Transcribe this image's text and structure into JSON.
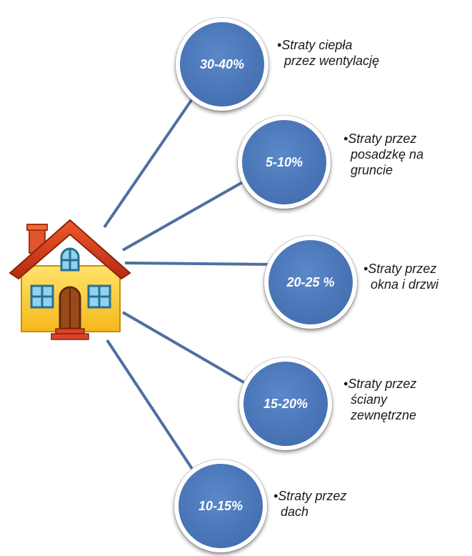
{
  "colors": {
    "circle": "#4a76b8",
    "connector": "#4f6fa0",
    "text": "#1a1a1a"
  },
  "items": [
    {
      "percent": "30-40%",
      "lines": [
        "•Straty ciepła",
        "przez wentylację"
      ]
    },
    {
      "percent": "5-10%",
      "lines": [
        "•Straty  przez",
        "posadzkę na",
        "gruncie"
      ]
    },
    {
      "percent": "20-25 %",
      "lines": [
        "•Straty przez",
        "okna i drzwi"
      ]
    },
    {
      "percent": "15-20%",
      "lines": [
        "•Straty przez",
        "ściany",
        "zewnętrzne"
      ]
    },
    {
      "percent": "10-15%",
      "lines": [
        "•Straty przez",
        "dach"
      ]
    }
  ],
  "house_icon": "house-icon"
}
